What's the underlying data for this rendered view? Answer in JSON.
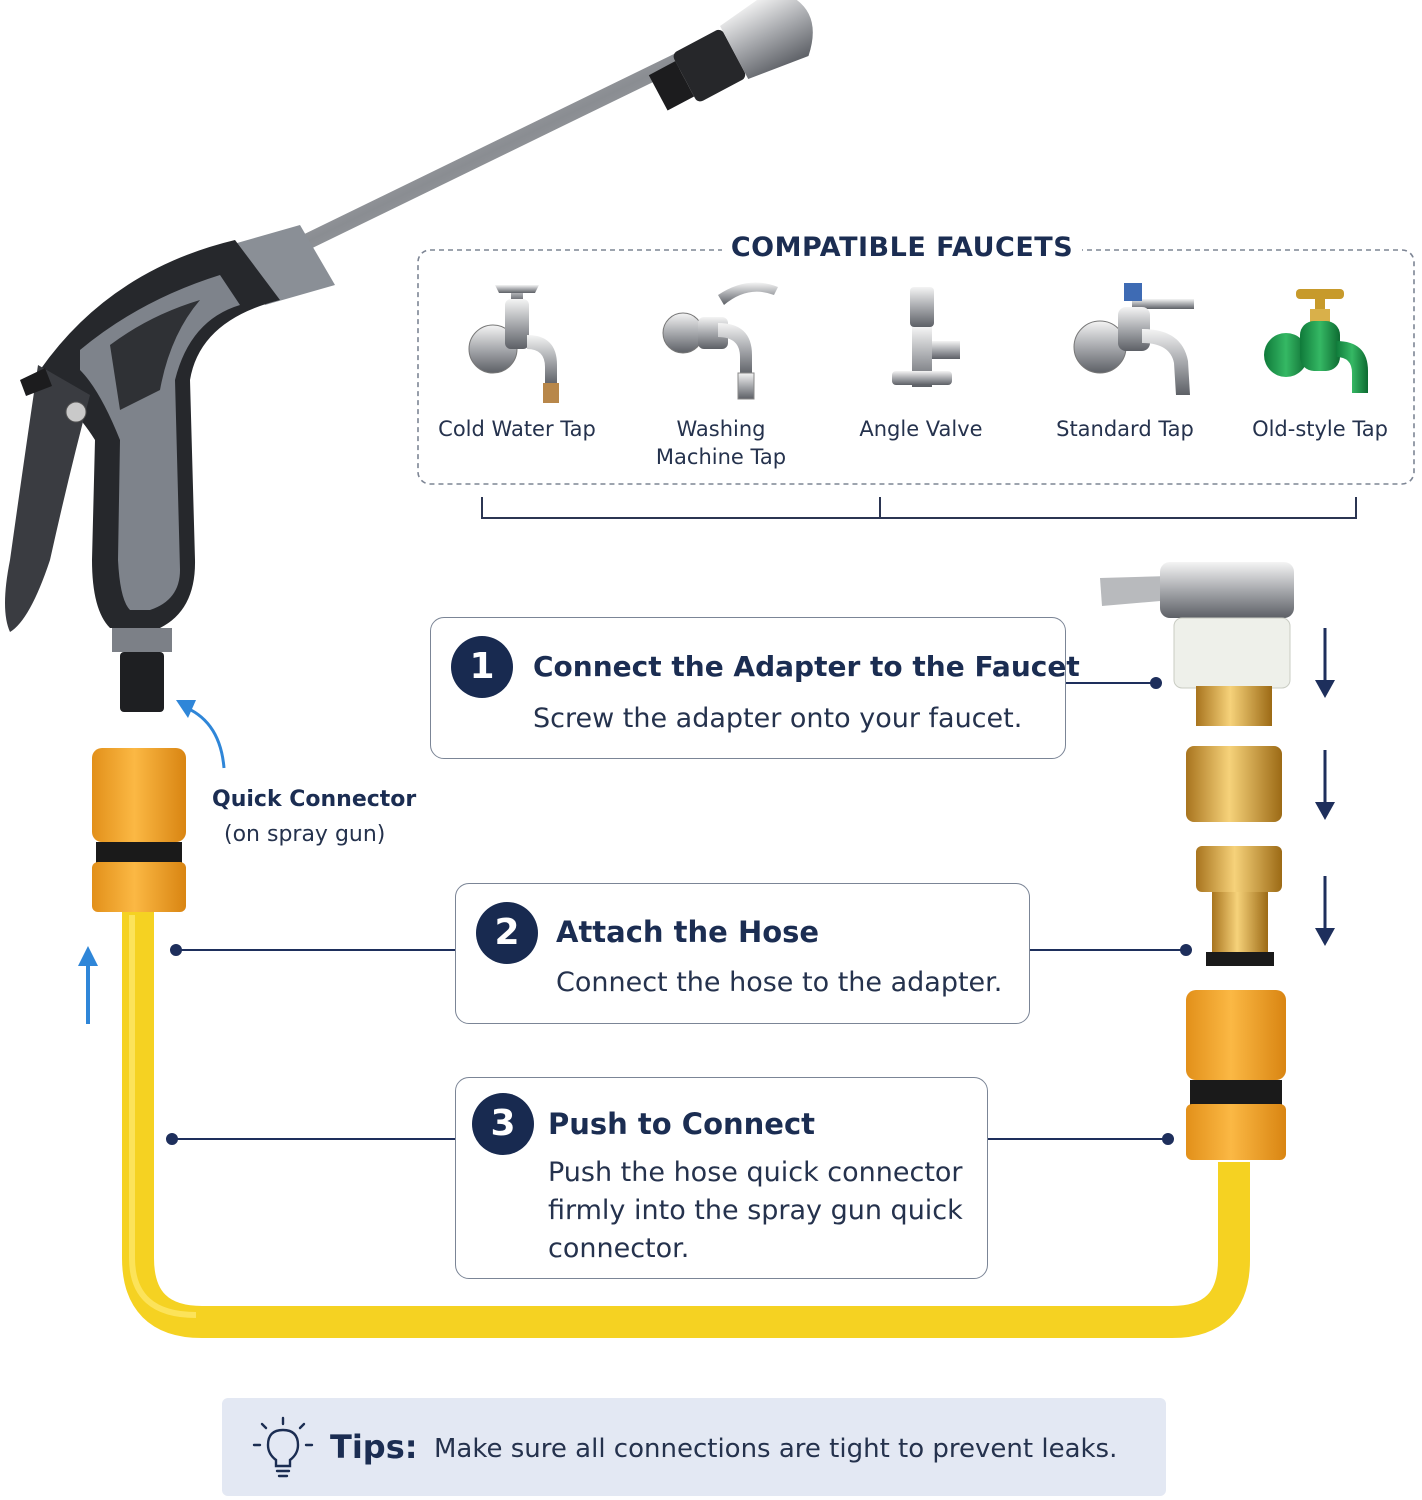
{
  "compatible": {
    "title": "COMPATIBLE FAUCETS",
    "faucets": [
      {
        "label": "Cold Water Tap",
        "icon": "cold-water-tap-icon"
      },
      {
        "label": "Washing Machine Tap",
        "icon": "washing-machine-tap-icon"
      },
      {
        "label": "Angle Valve",
        "icon": "angle-valve-icon"
      },
      {
        "label": "Standard Tap",
        "icon": "standard-tap-icon"
      },
      {
        "label": "Old-style Tap",
        "icon": "old-style-tap-icon"
      }
    ]
  },
  "steps": [
    {
      "number": "1",
      "title": "Connect the Adapter to the Faucet",
      "desc": "Screw the adapter onto your faucet."
    },
    {
      "number": "2",
      "title": "Attach the Hose",
      "desc": "Connect the hose to the adapter."
    },
    {
      "number": "3",
      "title": "Push to Connect",
      "desc": "Push the hose quick connector firmly into the spray gun quick connector."
    }
  ],
  "quick_connector": {
    "title": "Quick Connector",
    "subtitle": "(on spray gun)"
  },
  "tips": {
    "label": "Tips:",
    "text": "Make sure all connections are tight to prevent leaks.",
    "icon": "lightbulb-icon"
  },
  "colors": {
    "navy": "#182a50",
    "hose_yellow": "#f5d222",
    "connector_orange": "#f3a51c",
    "brass": "#d9a53a",
    "arrow_blue": "#2f86d8"
  }
}
